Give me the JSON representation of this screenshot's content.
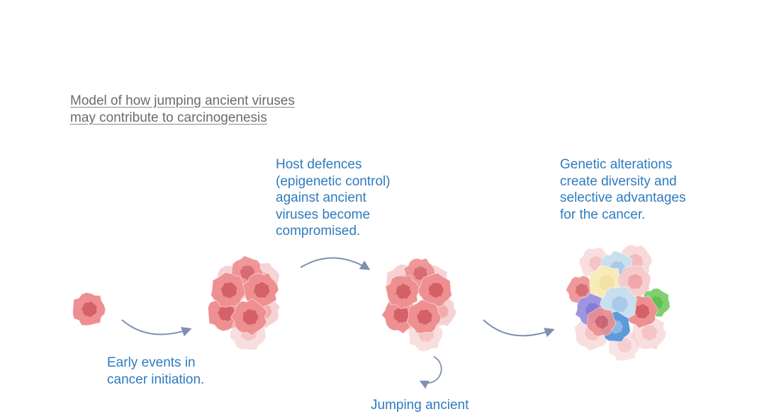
{
  "title": "Model of how jumping ancient viruses \nmay contribute to carcinogenesis",
  "labels": {
    "early": "Early events in\ncancer initiation.",
    "host": "Host defences\n(epigenetic control)\nagainst ancient\nviruses become\ncompromised.",
    "genetic": "Genetic alterations\ncreate diversity and\nselective advantages\nfor the cancer.",
    "jumping": "Jumping ancient"
  },
  "colors": {
    "text_blue": "#2f7bbf",
    "title_gray": "#6b6b6b",
    "arrow": "#7f8fb0",
    "cell_pink": "#ee8f91",
    "cell_nucleus": "#c9525a",
    "cell_light": "#f6c9cb",
    "cell_purple": "#9d95e0",
    "cell_blue": "#9cc3ea",
    "cell_lightblue": "#c9dff0",
    "cell_yellow": "#f7ecb8",
    "cell_green": "#7fcf6e"
  }
}
